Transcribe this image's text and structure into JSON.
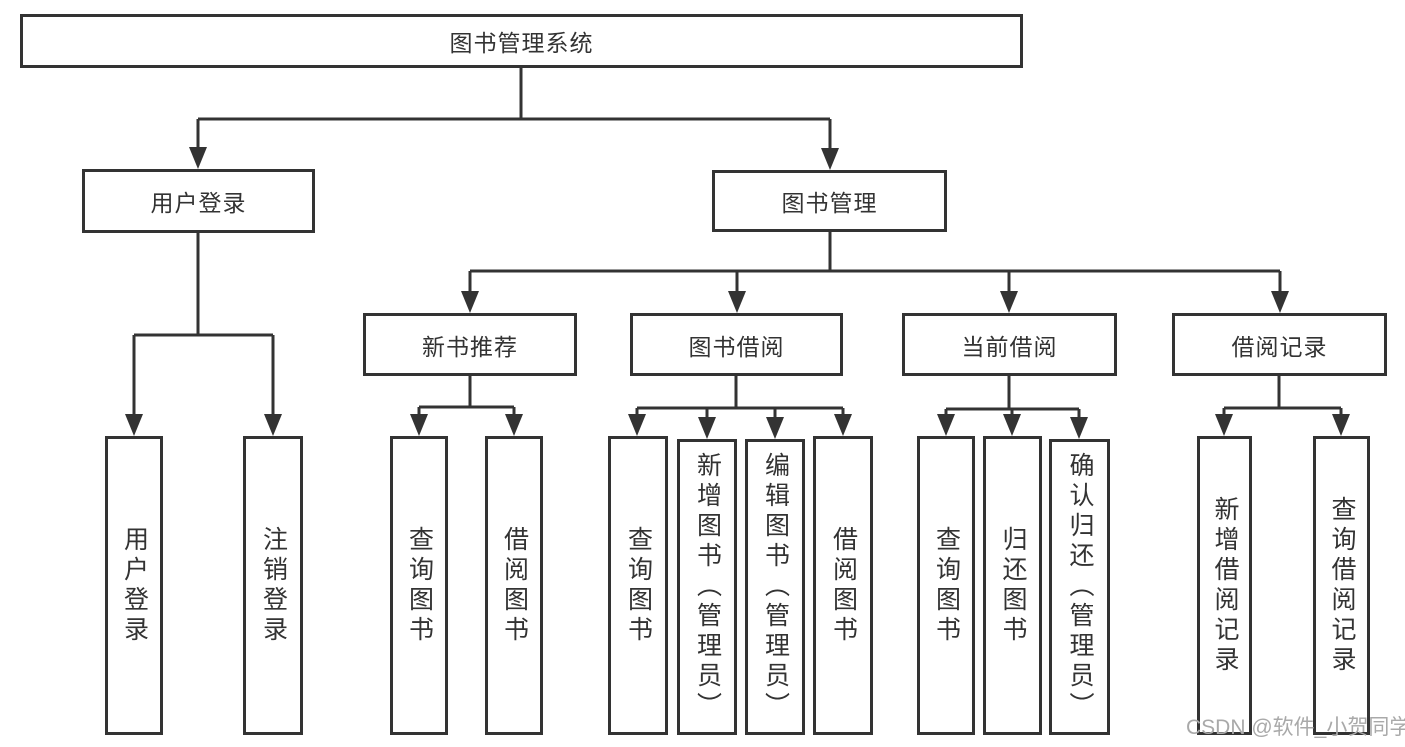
{
  "nodes": {
    "root": "图书管理系统",
    "user_login": "用户登录",
    "book_management": "图书管理",
    "new_book_recommend": "新书推荐",
    "book_borrow": "图书借阅",
    "current_borrow": "当前借阅",
    "borrow_record": "借阅记录",
    "leaves": {
      "user_login": [
        "用户登录",
        "注销登录"
      ],
      "new_book_recommend": [
        "查询图书",
        "借阅图书"
      ],
      "book_borrow": [
        "查询图书",
        "新增图书（管理员）",
        "编辑图书（管理员）",
        "借阅图书"
      ],
      "current_borrow": [
        "查询图书",
        "归还图书",
        "确认归还（管理员）"
      ],
      "borrow_record": [
        "新增借阅记录",
        "查询借阅记录"
      ]
    }
  },
  "watermark": "CSDN @软件_小贺同学",
  "colors": {
    "line": "#333333",
    "text": "#333333",
    "watermark": "#a9a9a9",
    "background": "#ffffff"
  }
}
